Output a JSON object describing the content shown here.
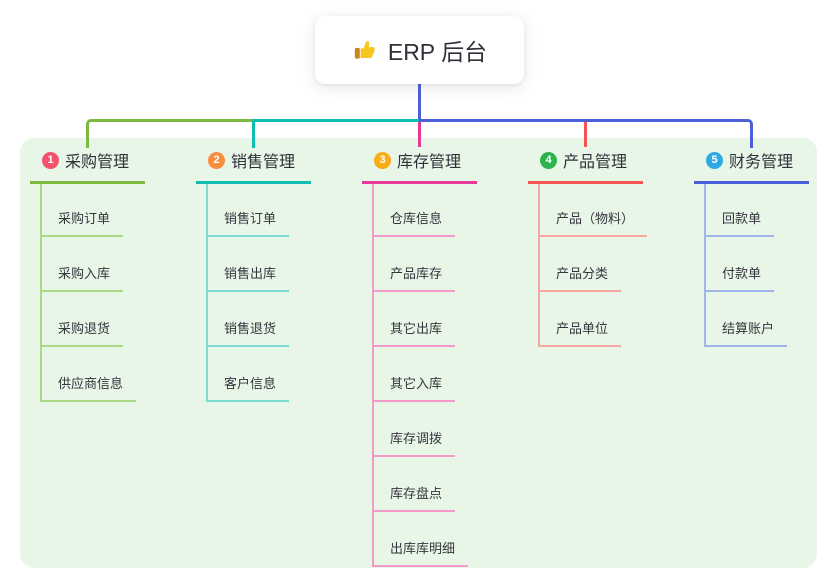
{
  "root": {
    "title": "ERP 后台",
    "icon": "thumbs-up-icon"
  },
  "branches": [
    {
      "badge": "1",
      "title": "采购管理",
      "color": "#7CB93F",
      "light_color": "#ACD985",
      "badge_color": "#F4516C",
      "children": [
        "采购订单",
        "采购入库",
        "采购退货",
        "供应商信息"
      ]
    },
    {
      "badge": "2",
      "title": "销售管理",
      "color": "#10BDB3",
      "light_color": "#7CDCD3",
      "badge_color": "#F78E3D",
      "children": [
        "销售订单",
        "销售出库",
        "销售退货",
        "客户信息"
      ]
    },
    {
      "badge": "3",
      "title": "库存管理",
      "color": "#E63A98",
      "light_color": "#F29AC9",
      "badge_color": "#FAAC15",
      "children": [
        "仓库信息",
        "产品库存",
        "其它出库",
        "其它入库",
        "库存调拨",
        "库存盘点",
        "出库库明细"
      ]
    },
    {
      "badge": "4",
      "title": "产品管理",
      "color": "#F4544F",
      "light_color": "#F8A6A1",
      "badge_color": "#2DB24C",
      "children": [
        "产品（物料）",
        "产品分类",
        "产品单位"
      ]
    },
    {
      "badge": "5",
      "title": "财务管理",
      "color": "#4A60D8",
      "light_color": "#9FB4E8",
      "badge_color": "#2EA9E6",
      "children": [
        "回款单",
        "付款单",
        "结算账户"
      ]
    }
  ],
  "panel_color": "#E8F6E8",
  "thumb_colors": {
    "hand": "#F7C61E",
    "cuff": "#C8871C"
  }
}
